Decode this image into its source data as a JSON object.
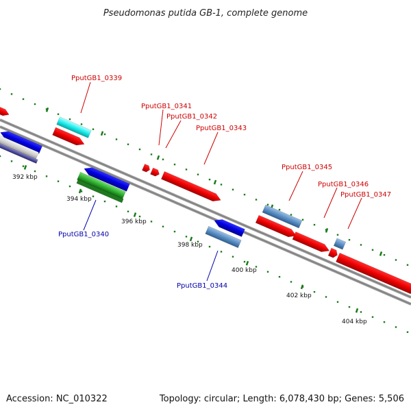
{
  "title": "Pseudomonas putida GB-1, complete genome",
  "footer": {
    "accession": "Accession: NC_010322",
    "summary": "Topology: circular; Length: 6,078,430 bp; Genes: 5,506"
  },
  "ticks": [
    "392 kbp",
    "394 kbp",
    "396 kbp",
    "398 kbp",
    "400 kbp",
    "402 kbp",
    "404 kbp"
  ],
  "gene_labels": {
    "g0339": "PputGB1_0339",
    "g0340": "PputGB1_0340",
    "g0341": "PputGB1_0341",
    "g0342": "PputGB1_0342",
    "g0343": "PputGB1_0343",
    "g0344": "PputGB1_0344",
    "g0345": "PputGB1_0345",
    "g0346": "PputGB1_0346",
    "g0347": "PputGB1_0347"
  },
  "colors": {
    "forward_label": "#cc0000",
    "reverse_label": "#0000aa",
    "backbone": "#888888",
    "tick_green": "#1a7a1a"
  }
}
